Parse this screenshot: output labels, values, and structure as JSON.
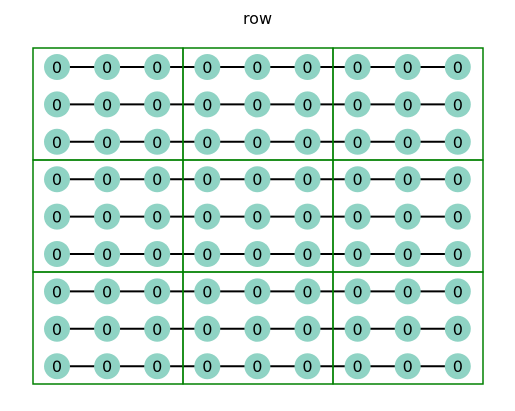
{
  "title": "row",
  "grid": {
    "rows": 9,
    "cols": 9,
    "block_size": 3,
    "values": [
      [
        0,
        0,
        0,
        0,
        0,
        0,
        0,
        0,
        0
      ],
      [
        0,
        0,
        0,
        0,
        0,
        0,
        0,
        0,
        0
      ],
      [
        0,
        0,
        0,
        0,
        0,
        0,
        0,
        0,
        0
      ],
      [
        0,
        0,
        0,
        0,
        0,
        0,
        0,
        0,
        0
      ],
      [
        0,
        0,
        0,
        0,
        0,
        0,
        0,
        0,
        0
      ],
      [
        0,
        0,
        0,
        0,
        0,
        0,
        0,
        0,
        0
      ],
      [
        0,
        0,
        0,
        0,
        0,
        0,
        0,
        0,
        0
      ],
      [
        0,
        0,
        0,
        0,
        0,
        0,
        0,
        0,
        0
      ],
      [
        0,
        0,
        0,
        0,
        0,
        0,
        0,
        0,
        0
      ]
    ],
    "edges": "row"
  },
  "colors": {
    "node_fill": "#8fd3c4",
    "edge": "#000000",
    "block_border": "#008000"
  }
}
